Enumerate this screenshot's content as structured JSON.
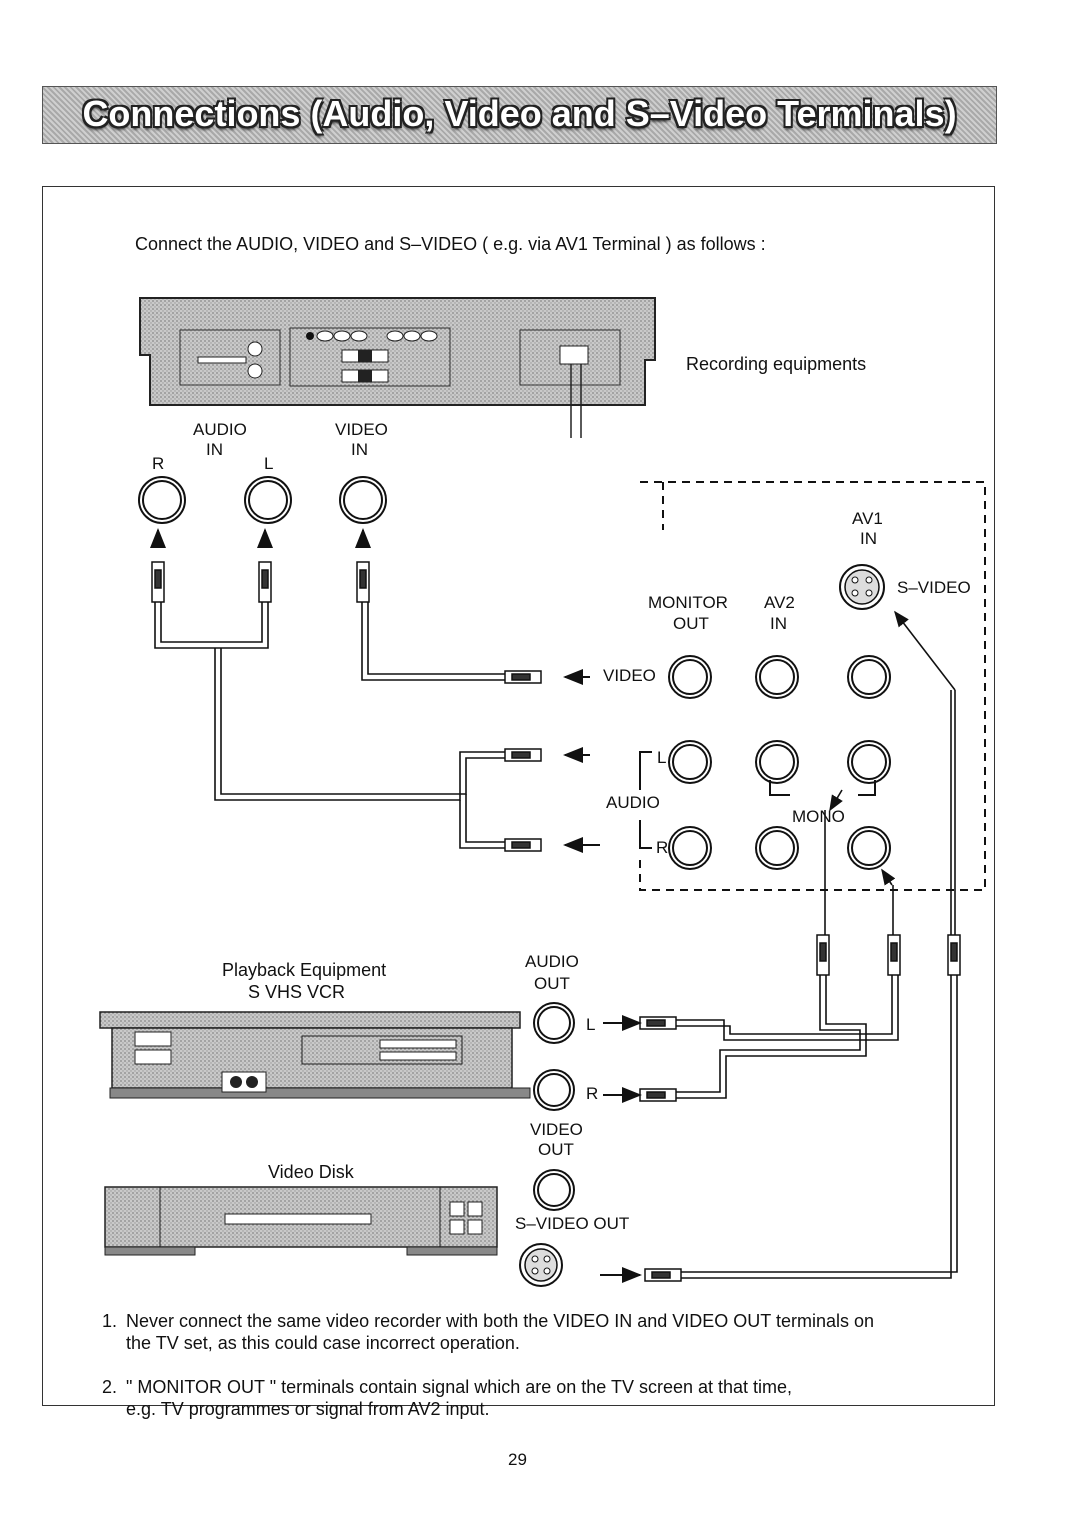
{
  "title": "Connections (Audio, Video and S–Video Terminals)",
  "intro": "Connect the AUDIO, VIDEO and S–VIDEO ( e.g. via AV1 Terminal ) as follows :",
  "recording": {
    "label": "Recording equipments",
    "audio_in_label": "AUDIO",
    "audio_in_sub": "IN",
    "r_label": "R",
    "l_label": "L",
    "video_in_label": "VIDEO",
    "video_in_sub": "IN"
  },
  "tv_panel": {
    "av1_label": "AV1",
    "av1_sub": "IN",
    "svideo_label": "S–VIDEO",
    "monitor_label": "MONITOR",
    "monitor_sub": "OUT",
    "av2_label": "AV2",
    "av2_sub": "IN",
    "video_row": "VIDEO",
    "l_row": "L",
    "audio_label": "AUDIO",
    "r_row": "R",
    "mono_label": "MONO"
  },
  "playback": {
    "label": "Playback Equipment",
    "model": "S VHS VCR",
    "audio_out_label": "AUDIO",
    "audio_out_sub": "OUT",
    "l_label": "L",
    "r_label": "R",
    "video_out_label": "VIDEO",
    "video_out_sub": "OUT",
    "video_disk_label": "Video Disk",
    "svideo_out_label": "S–VIDEO OUT"
  },
  "notes": [
    {
      "num": "1.",
      "line1": "Never connect the same video recorder with both the VIDEO IN and VIDEO OUT terminals on",
      "line2": "the TV set, as this could case incorrect operation."
    },
    {
      "num": "2.",
      "line1": "\" MONITOR OUT \" terminals contain signal which are on the TV screen at that time,",
      "line2": "e.g. TV programmes or signal from AV2 input."
    }
  ],
  "page_number": "29"
}
